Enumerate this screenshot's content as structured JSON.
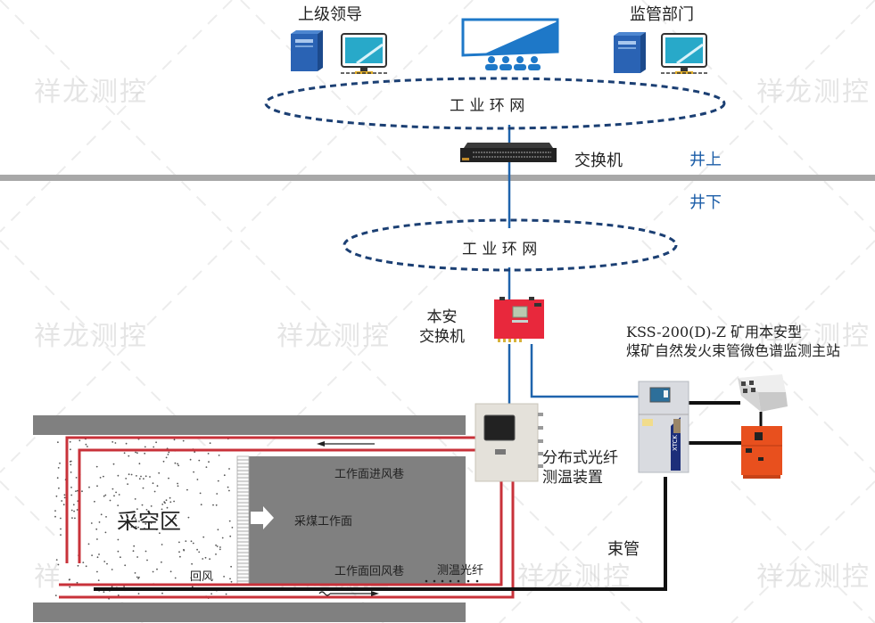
{
  "top": {
    "leadership_label": "上级领导",
    "supervision_label": "监管部门"
  },
  "network": {
    "upper_ring_label": "工 业 环 网",
    "lower_ring_label": "工 业 环 网",
    "switch_label": "交换机",
    "above_ground_label": "井上",
    "below_ground_label": "井下",
    "intrinsic_switch_label_line1": "本安",
    "intrinsic_switch_label_line2": "交换机"
  },
  "station": {
    "title_line1": "KSS-200(D)-Z 矿用本安型",
    "title_line2": "煤矿自然发火束管微色谱监测主站",
    "cabinet_brand": "XTCK"
  },
  "dts": {
    "label_line1": "分布式光纤",
    "label_line2": "测温装置"
  },
  "mine": {
    "goaf_label": "采空区",
    "intake_roadway_label": "工作面进风巷",
    "mining_face_label": "采煤工作面",
    "return_roadway_label": "工作面回风巷",
    "return_air_label": "回风",
    "fiber_label": "测温光纤",
    "bundle_tube_label": "束管"
  },
  "watermark": {
    "text": "祥龙测控"
  },
  "colors": {
    "network_blue": "#1f64ad",
    "ring_dash": "#1b3f73",
    "fiber_red": "#c8323a",
    "tube_black": "#111111",
    "roadway_gray": "#808080",
    "ground_line": "#a8a8a8",
    "switch_red": "#e8283c",
    "device_orange": "#e8501e"
  }
}
